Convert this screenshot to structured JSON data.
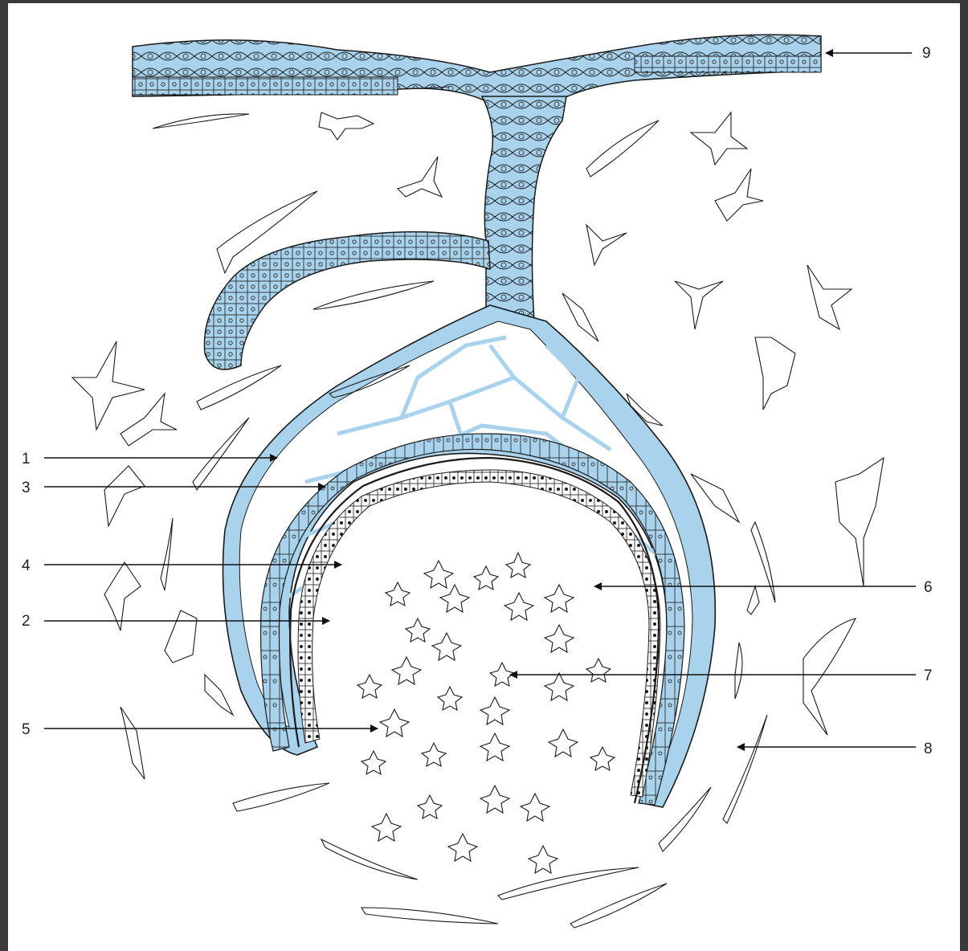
{
  "labels": [
    {
      "id": "1",
      "text": "1"
    },
    {
      "id": "2",
      "text": "2"
    },
    {
      "id": "3",
      "text": "3"
    },
    {
      "id": "4",
      "text": "4"
    },
    {
      "id": "5",
      "text": "5"
    },
    {
      "id": "6",
      "text": "6"
    },
    {
      "id": "7",
      "text": "7"
    },
    {
      "id": "8",
      "text": "8"
    },
    {
      "id": "9",
      "text": "9"
    }
  ],
  "colors": {
    "background": "#3a3a3a",
    "paper": "#ffffff",
    "epithelium": "#a9d3ec",
    "outline": "#1a1a1a",
    "pointer": "#111111"
  }
}
